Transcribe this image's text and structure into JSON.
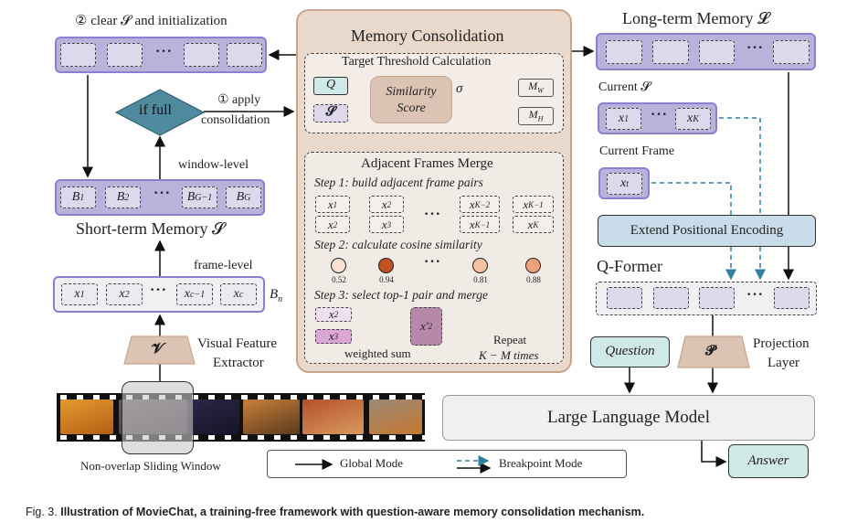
{
  "left": {
    "clear_label": "② clear 𝓢 and initialization",
    "if_full": "if full",
    "apply_label_1": "① apply",
    "apply_label_2": "consolidation",
    "window_level": "window-level",
    "window_slots": [
      {
        "b": "B",
        "s": "1"
      },
      {
        "b": "B",
        "s": "2"
      },
      {
        "b": "B",
        "s": "G−1"
      },
      {
        "b": "B",
        "s": "G"
      }
    ],
    "short_term_title": "Short-term Memory 𝓢",
    "frame_level": "frame-level",
    "frame_slots": [
      {
        "b": "x",
        "s": "1"
      },
      {
        "b": "x",
        "s": "2"
      },
      {
        "b": "x",
        "s": "c−1"
      },
      {
        "b": "x",
        "s": "c"
      }
    ],
    "bn": {
      "b": "B",
      "s": "n"
    },
    "extractor_symbol": "𝓥",
    "extractor_label_1": "Visual Feature",
    "extractor_label_2": "Extractor",
    "sliding_window": "Non-overlap Sliding Window",
    "ellipsis": "···"
  },
  "consolidation": {
    "title": "Memory Consolidation",
    "threshold_title": "Target Threshold Calculation",
    "q": "Q",
    "s": "𝓢",
    "similarity_1": "Similarity",
    "similarity_2": "Score",
    "sigma": "σ",
    "mw": {
      "b": "M",
      "s": "W"
    },
    "mh": {
      "b": "M",
      "s": "H"
    },
    "merge_title": "Adjacent Frames Merge",
    "step1": "Step 1: build adjacent frame pairs",
    "pairs": [
      [
        {
          "b": "x",
          "s": "1"
        },
        {
          "b": "x",
          "s": "2"
        }
      ],
      [
        {
          "b": "x",
          "s": "2"
        },
        {
          "b": "x",
          "s": "3"
        }
      ],
      [
        {
          "b": "x",
          "s": "K−2"
        },
        {
          "b": "x",
          "s": "K−1"
        }
      ],
      [
        {
          "b": "x",
          "s": "K−1"
        },
        {
          "b": "x",
          "s": "K"
        }
      ]
    ],
    "step2": "Step 2: calculate cosine similarity",
    "similarities": [
      {
        "value": "0.52",
        "color": "#fbe0d2"
      },
      {
        "value": "0.94",
        "color": "#c0531f"
      },
      {
        "value": "0.81",
        "color": "#f6c1a3"
      },
      {
        "value": "0.88",
        "color": "#efa27a"
      }
    ],
    "step3": "Step 3: select top-1 pair and merge",
    "merge_a": {
      "b": "x",
      "s": "2"
    },
    "merge_b": {
      "b": "x",
      "s": "3"
    },
    "merged": {
      "b": "x′",
      "s": "2"
    },
    "weighted_sum": "weighted sum",
    "repeat_1": "Repeat",
    "repeat_2": "K − M times"
  },
  "right": {
    "long_term_title": "Long-term Memory 𝓛",
    "current_s": "Current 𝓢",
    "current_s_slots": [
      {
        "b": "x",
        "s": "1"
      },
      {
        "b": "x",
        "s": "K"
      }
    ],
    "current_frame": "Current Frame",
    "current_frame_slot": {
      "b": "x",
      "s": "t"
    },
    "extend_pe": "Extend Positional Encoding",
    "qformer": "Q-Former",
    "question": "Question",
    "projection_symbol": "𝓟",
    "projection_1": "Projection",
    "projection_2": "Layer",
    "llm": "Large Language Model",
    "answer": "Answer"
  },
  "legend": {
    "global": "Global Mode",
    "breakpoint": "Breakpoint Mode"
  },
  "caption": {
    "prefix": "Fig. 3.",
    "text": "Illustration of MovieChat, a training-free framework with question-aware memory consolidation mechanism."
  },
  "colors": {
    "purple": "#b9b3dc",
    "teal": "#3f8a9c",
    "consolidation": "#e9d8cc",
    "dashed_blue": "#2f7fa0",
    "question": "#cfe9e6",
    "pe": "#c9dcea"
  }
}
